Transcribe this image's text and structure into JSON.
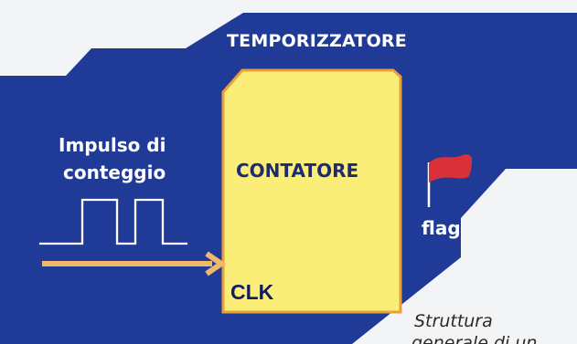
{
  "title": "TEMPORIZZATORE",
  "input_label": {
    "line1": "Impulso di",
    "line2": "conteggio"
  },
  "counter_label": "CONTATORE",
  "clk_label": "CLK",
  "flag_label": "flag",
  "caption": {
    "line1": "Struttura",
    "line2": "generale di un"
  },
  "colors": {
    "background": "#f3f4f6",
    "timer_fill": "#1f3b97",
    "counter_fill": "#fbee78",
    "counter_border": "#e8a13a",
    "arrow": "#f2b86a",
    "pulse": "#ffffff",
    "flag": "#d9303a",
    "flag_pole": "#ffffff",
    "label_dark": "#1f2a70",
    "clk_text": "#131d59"
  }
}
